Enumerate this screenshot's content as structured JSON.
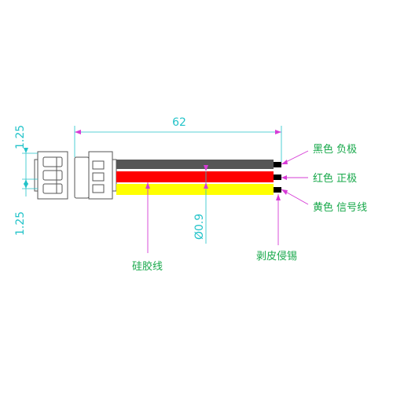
{
  "dimensions": {
    "length": "62",
    "pitch_top": "1.25",
    "pitch_bottom": "1.25",
    "wire_diameter": "Ø0.9"
  },
  "labels": {
    "black_wire": "黑色  负极",
    "red_wire": "红色  正极",
    "yellow_wire": "黄色  信号线",
    "wire_type": "硅胶线",
    "stripped_tinned": "剥皮侵锡"
  },
  "colors": {
    "dimension": "#22c3c9",
    "label": "#17a84a",
    "leader": "#d63cd6",
    "wire_black": "#555555",
    "wire_red": "#ff0000",
    "wire_yellow": "#ffff00"
  }
}
